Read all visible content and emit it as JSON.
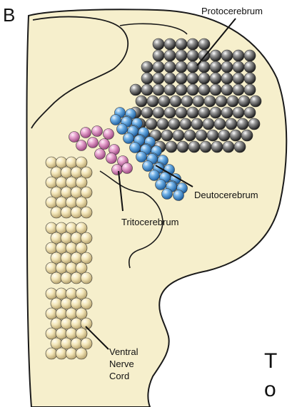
{
  "panel_letter": "B",
  "labels": {
    "protocerebrum": "Protocerebrum",
    "deutocerebrum": "Deutocerebrum",
    "tritocerebrum": "Tritocerebrum",
    "ventral_nerve_cord": [
      "Ventral",
      "Nerve",
      "Cord"
    ]
  },
  "clipped_text": {
    "line1": "T",
    "line2": "o"
  },
  "colors": {
    "background": "#ffffff",
    "tissue": "#f6efcc",
    "outline": "#1a1a1a",
    "protocerebrum_cells": "#2a2a2a",
    "deutocerebrum_cells": "#4a90d0",
    "tritocerebrum_cells": "#d98ab8",
    "nerve_cord_cells": "#eedfa8"
  }
}
